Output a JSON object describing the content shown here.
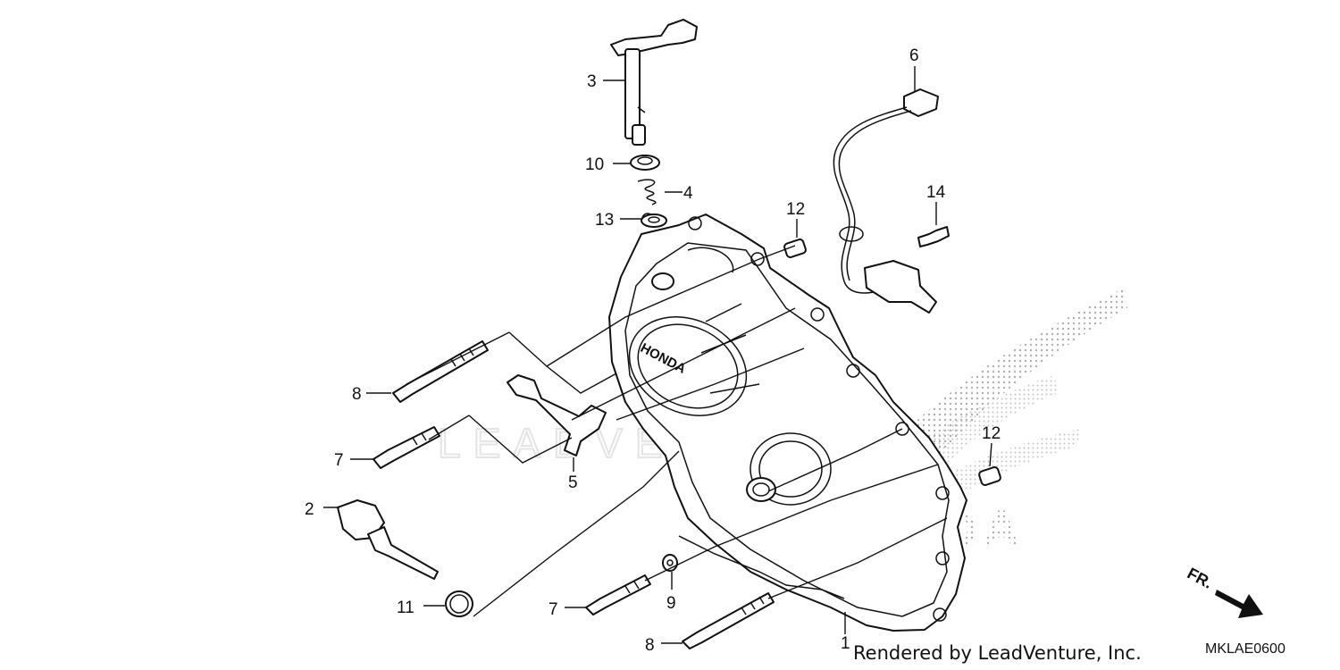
{
  "watermark": {
    "brand": "HONDA",
    "publisher_logo": "LEADVENTURE",
    "cover_emblem": "HONDA"
  },
  "direction_marker": {
    "label": "FR.",
    "icon": "arrow-right-down-icon"
  },
  "callouts": {
    "c1": "1",
    "c2": "2",
    "c3": "3",
    "c4": "4",
    "c5": "5",
    "c6": "6",
    "c7a": "7",
    "c7b": "7",
    "c8a": "8",
    "c8b": "8",
    "c9": "9",
    "c10": "10",
    "c11": "11",
    "c12a": "12",
    "c12b": "12",
    "c13": "13",
    "c14": "14"
  },
  "footer": {
    "credit": "Rendered by LeadVenture, Inc.",
    "diagram_code": "MKLAE0600"
  }
}
